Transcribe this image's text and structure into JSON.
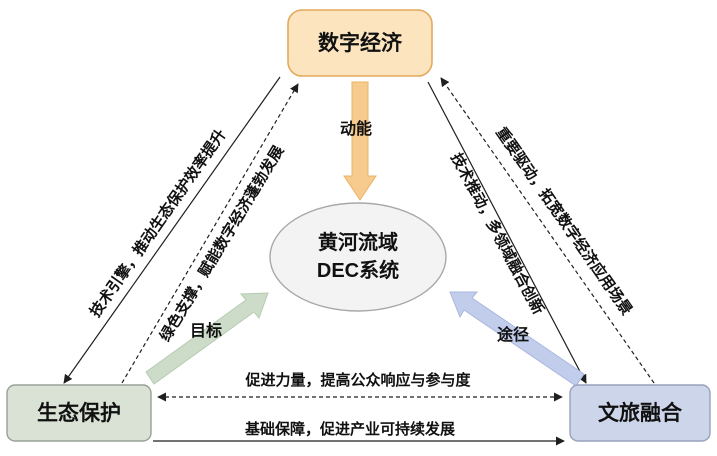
{
  "diagram": {
    "nodes": {
      "digital_economy": {
        "label": "数字经济",
        "fill": "#fce4bf",
        "border": "#e3a95c"
      },
      "eco_protection": {
        "label": "生态保护",
        "fill": "#d9e2d5",
        "border": "#97a296"
      },
      "culture_tourism": {
        "label": "文旅融合",
        "fill": "#cdd5ea",
        "border": "#98a1bd"
      },
      "center_system": {
        "line1": "黄河流域",
        "line2": "DEC系统",
        "fill": "#f3f3f3",
        "border": "#a8a8a8"
      }
    },
    "thick_arrows": {
      "momentum": {
        "label": "动能",
        "fill": "#f7ca8e",
        "border": "#eab466"
      },
      "goal": {
        "label": "目标",
        "fill": "#ccdcc8",
        "border": "#b7cbb2"
      },
      "pathway": {
        "label": "途径",
        "fill": "#c1cdea",
        "border": "#a9b8e0"
      }
    },
    "edges": {
      "left_outer": {
        "label": "技术引擎，推动生态保护效率提升",
        "style": "solid",
        "direction": "digital_economy→eco_protection"
      },
      "left_inner": {
        "label": "绿色支撑，赋能数字经济蓬勃发展",
        "style": "dashed",
        "direction": "eco_protection→digital_economy"
      },
      "right_outer": {
        "label": "重要驱动，拓宽数字经济应用场景",
        "style": "dashed",
        "direction": "culture_tourism→digital_economy"
      },
      "right_inner": {
        "label": "技术推动，多领域融合创新",
        "style": "solid",
        "direction": "digital_economy→culture_tourism"
      },
      "bottom_upper": {
        "label": "促进力量，提高公众响应与参与度",
        "style": "dashed",
        "direction": "both"
      },
      "bottom_lower": {
        "label": "基础保障，促进产业可持续发展",
        "style": "solid",
        "direction": "eco_protection→culture_tourism"
      }
    },
    "line_color": "#1f1f1f",
    "text_color": "#111111"
  }
}
